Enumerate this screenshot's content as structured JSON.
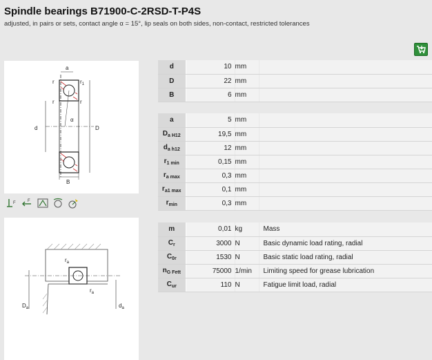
{
  "header": {
    "title": "Spindle bearings B71900-C-2RSD-T-P4S",
    "subtitle": "adjusted, in pairs or sets, contact angle α = 15°, lip seals on both sides, non-contact, restricted tolerances"
  },
  "diagram1": {
    "label_a": "a",
    "label_r_tl": "r",
    "label_r1": "r",
    "label_r1_sub": "1",
    "label_r_ml": "r",
    "label_r_mr": "r",
    "label_d": "d",
    "label_D": "D",
    "label_alpha": "α",
    "label_B": "B"
  },
  "diagram2": {
    "label_ra_top": "r",
    "label_ra_top_sub": "a",
    "label_ra_right": "r",
    "label_ra_right_sub": "a",
    "label_Da": "D",
    "label_Da_sub": "a",
    "label_da": "d",
    "label_da_sub": "a"
  },
  "main_dimensions": [
    {
      "sym": "d",
      "sub": "",
      "value": "10",
      "unit": "mm"
    },
    {
      "sym": "D",
      "sub": "",
      "value": "22",
      "unit": "mm"
    },
    {
      "sym": "B",
      "sub": "",
      "value": "6",
      "unit": "mm"
    }
  ],
  "mounting_dimensions": [
    {
      "sym": "a",
      "sub": "",
      "value": "5",
      "unit": "mm"
    },
    {
      "sym": "D",
      "sub": "a H12",
      "value": "19,5",
      "unit": "mm"
    },
    {
      "sym": "d",
      "sub": "a h12",
      "value": "12",
      "unit": "mm"
    },
    {
      "sym": "r",
      "sub": "1 min",
      "value": "0,15",
      "unit": "mm"
    },
    {
      "sym": "r",
      "sub": "a max",
      "value": "0,3",
      "unit": "mm"
    },
    {
      "sym": "r",
      "sub": "a1 max",
      "value": "0,1",
      "unit": "mm"
    },
    {
      "sym": "r",
      "sub": "min",
      "value": "0,3",
      "unit": "mm"
    }
  ],
  "performance": [
    {
      "sym": "m",
      "sub": "",
      "value": "0,01",
      "unit": "kg",
      "desc": "Mass"
    },
    {
      "sym": "C",
      "sub": "r",
      "value": "3000",
      "unit": "N",
      "desc": "Basic dynamic load rating, radial"
    },
    {
      "sym": "C",
      "sub": "0r",
      "value": "1530",
      "unit": "N",
      "desc": "Basic static load rating, radial"
    },
    {
      "sym": "n",
      "sub": "G Fett",
      "value": "75000",
      "unit": "1/min",
      "desc": "Limiting speed for grease lubrication"
    },
    {
      "sym": "C",
      "sub": "ur",
      "value": "110",
      "unit": "N",
      "desc": "Fatigue limit load, radial"
    }
  ],
  "colors": {
    "cart": "#2f8f3a",
    "label_cell": "#d9d9d9",
    "row": "#f2f2f2",
    "page_bg": "#e8e8e8"
  },
  "icons": [
    "cart-icon",
    "axial-load-icon",
    "radial-load-icon",
    "bearing-arrangement-icon",
    "lubrication-icon",
    "speed-icon"
  ]
}
